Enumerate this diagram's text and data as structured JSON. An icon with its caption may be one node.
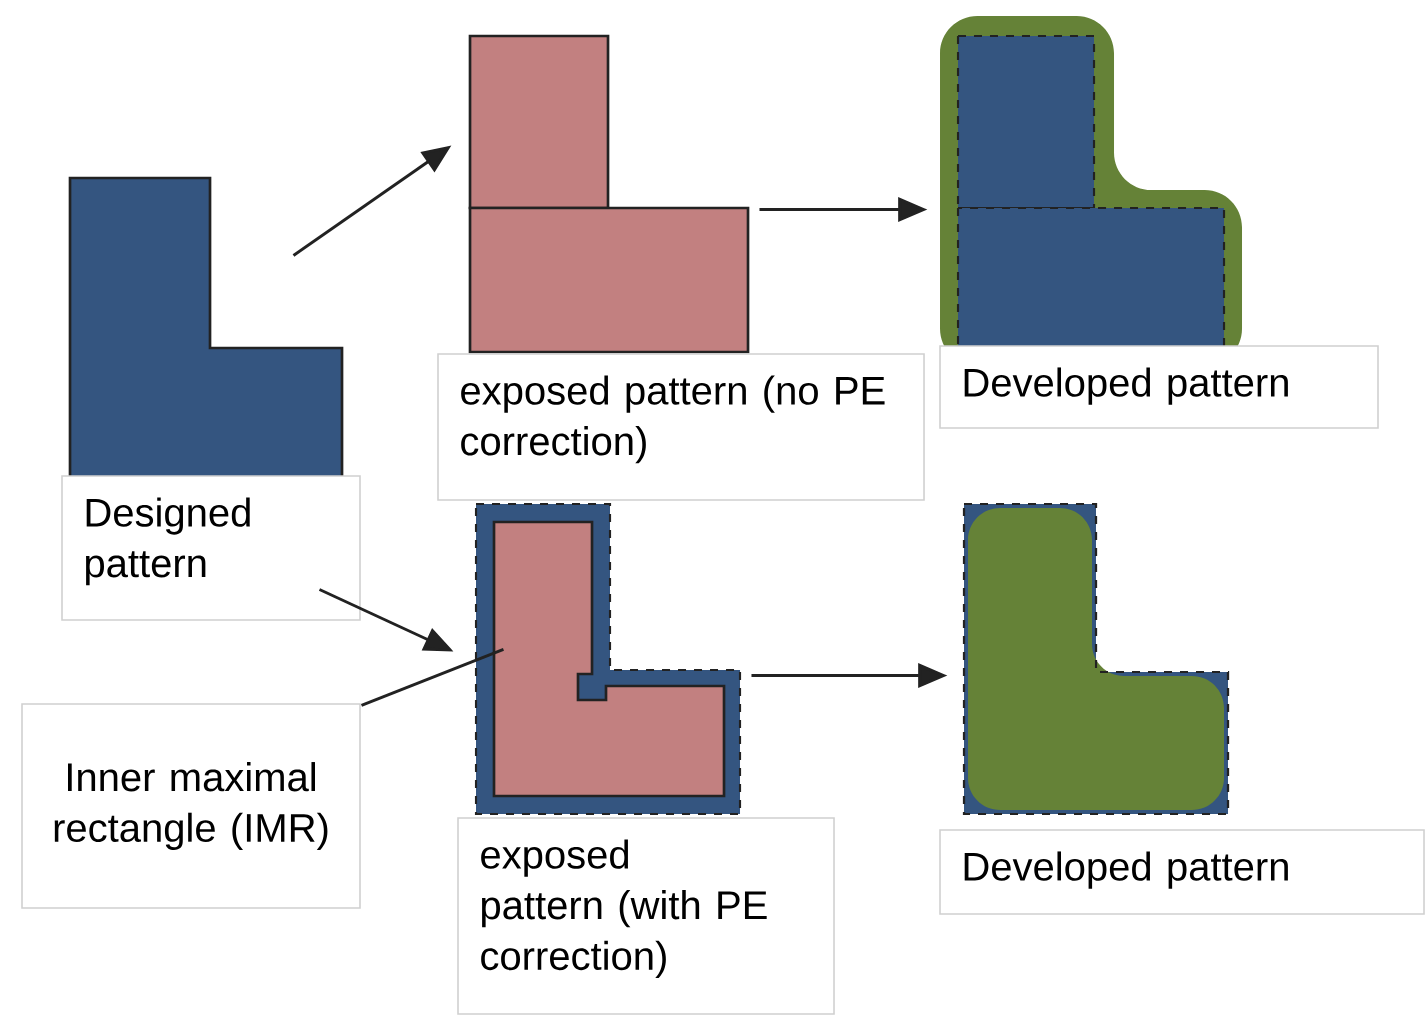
{
  "diagram": {
    "nodes": [
      {
        "text": [
          "Designed pattern"
        ]
      },
      {
        "text": [
          "exposed pattern (no PE correction)"
        ]
      },
      {
        "text": [
          "Developed pattern"
        ]
      },
      {
        "text": [
          "exposed pattern (with PE correction)"
        ]
      },
      {
        "text": [
          "Developed pattern"
        ]
      },
      {
        "text": [
          "Inner maximal rectangle (IMR)"
        ]
      }
    ],
    "edges": [
      {
        "from": 0,
        "to": 1,
        "arrow": "to"
      },
      {
        "from": 0,
        "to": 3,
        "arrow": "to"
      },
      {
        "from": 1,
        "to": 2,
        "arrow": "to"
      },
      {
        "from": 3,
        "to": 4,
        "arrow": "to"
      },
      {
        "from": 5,
        "to": 3,
        "arrow": "none"
      }
    ]
  }
}
